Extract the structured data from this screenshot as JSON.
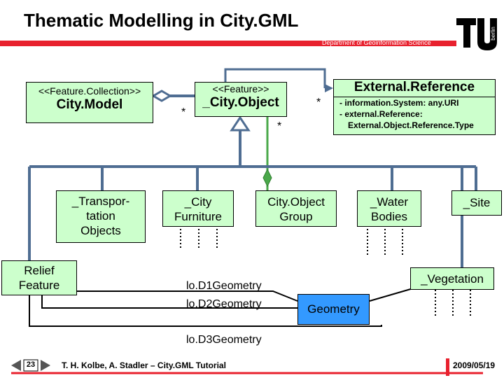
{
  "slide": {
    "title": "Thematic Modelling in City.GML",
    "department": "Department of Geoinformation Science",
    "logo_text": "berlin"
  },
  "boxes": {
    "city_model": {
      "stereotype": "<<Feature.Collection>>",
      "name": "City.Model"
    },
    "city_object": {
      "stereotype": "<<Feature>>",
      "name": "_City.Object"
    },
    "external_reference": {
      "name": "External.Reference",
      "attr1": "- information.System: any.URI",
      "attr2": "- external.Reference:",
      "attr3": "External.Object.Reference.Type"
    },
    "transportation": {
      "line1": "_Transpor-",
      "line2": "tation",
      "line3": "Objects"
    },
    "city_furniture": {
      "line1": "_City",
      "line2": "Furniture"
    },
    "city_object_group": {
      "line1": "City.Object",
      "line2": "Group"
    },
    "water_bodies": {
      "line1": "_Water",
      "line2": "Bodies"
    },
    "site": {
      "name": "_Site"
    },
    "relief_feature": {
      "line1": "Relief",
      "line2": "Feature"
    },
    "vegetation": {
      "name": "_Vegetation"
    },
    "geometry": {
      "name": "Geometry"
    }
  },
  "multiplicities": {
    "m1": "*",
    "m2": "*",
    "m3": "*"
  },
  "lod_labels": {
    "lod1": "lo.D1Geometry",
    "lod2": "lo.D2Geometry",
    "lod3": "lo.D3Geometry"
  },
  "footer": {
    "page_number": "23",
    "author": "T. H. Kolbe, A. Stadler – City.GML Tutorial",
    "date": "2009/05/19"
  },
  "colors": {
    "accent_red": "#e8212e",
    "box_fill": "#ccffcc",
    "connector_blue": "#4f6d92",
    "geometry_fill": "#3399ff"
  }
}
